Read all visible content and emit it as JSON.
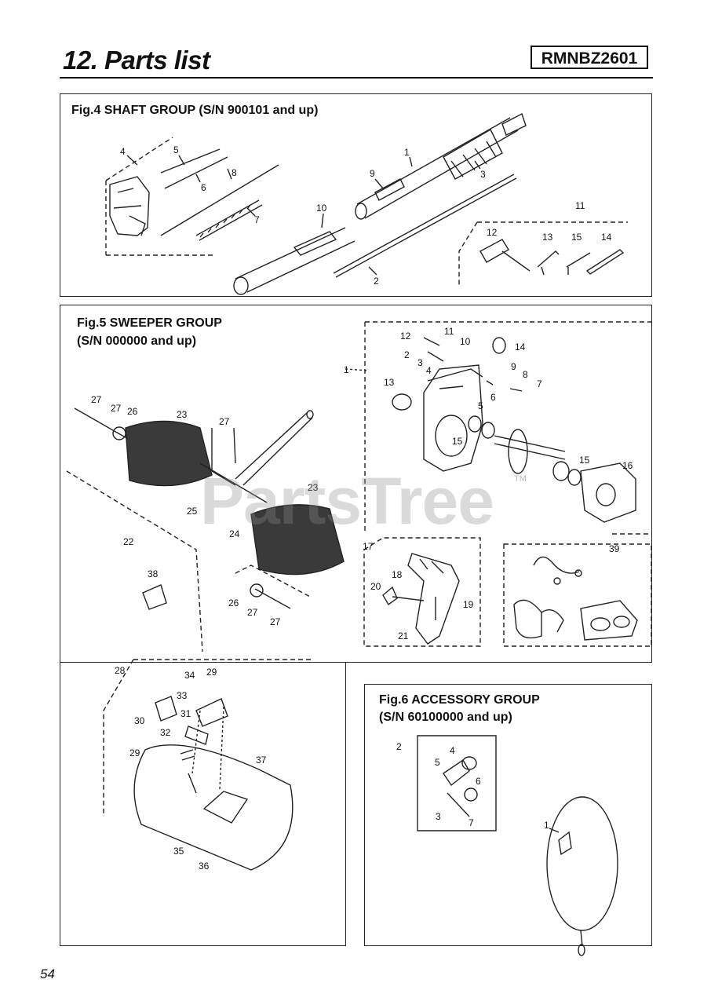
{
  "header": {
    "title": "12. Parts list",
    "model": "RMNBZ2601"
  },
  "page_number": "54",
  "watermark": {
    "text": "PartsTree",
    "mark": "TM"
  },
  "fig4": {
    "heading": "Fig.4 SHAFT GROUP (S/N 900101 and up)",
    "callouts": [
      "4",
      "5",
      "6",
      "8",
      "7",
      "10",
      "9",
      "1",
      "3",
      "2",
      "11",
      "12",
      "13",
      "15",
      "14"
    ]
  },
  "fig5": {
    "heading_line1": "Fig.5 SWEEPER GROUP",
    "heading_line2": "(S/N 000000 and up)",
    "callouts": [
      "12",
      "11",
      "10",
      "14",
      "2",
      "3",
      "4",
      "1",
      "9",
      "8",
      "7",
      "13",
      "6",
      "5",
      "15",
      "15",
      "16",
      "27",
      "27",
      "26",
      "23",
      "27",
      "23",
      "25",
      "24",
      "22",
      "38",
      "26",
      "27",
      "27",
      "17",
      "18",
      "20",
      "19",
      "21",
      "39",
      "28",
      "34",
      "29",
      "33",
      "30",
      "31",
      "32",
      "29",
      "37",
      "35",
      "36"
    ]
  },
  "fig6": {
    "heading_line1": "Fig.6 ACCESSORY GROUP",
    "heading_line2": "(S/N 60100000 and up)",
    "callouts": [
      "2",
      "4",
      "5",
      "6",
      "3",
      "7",
      "1"
    ]
  },
  "colors": {
    "ink": "#111111",
    "background": "#ffffff",
    "watermark": "#8c8c8c"
  }
}
